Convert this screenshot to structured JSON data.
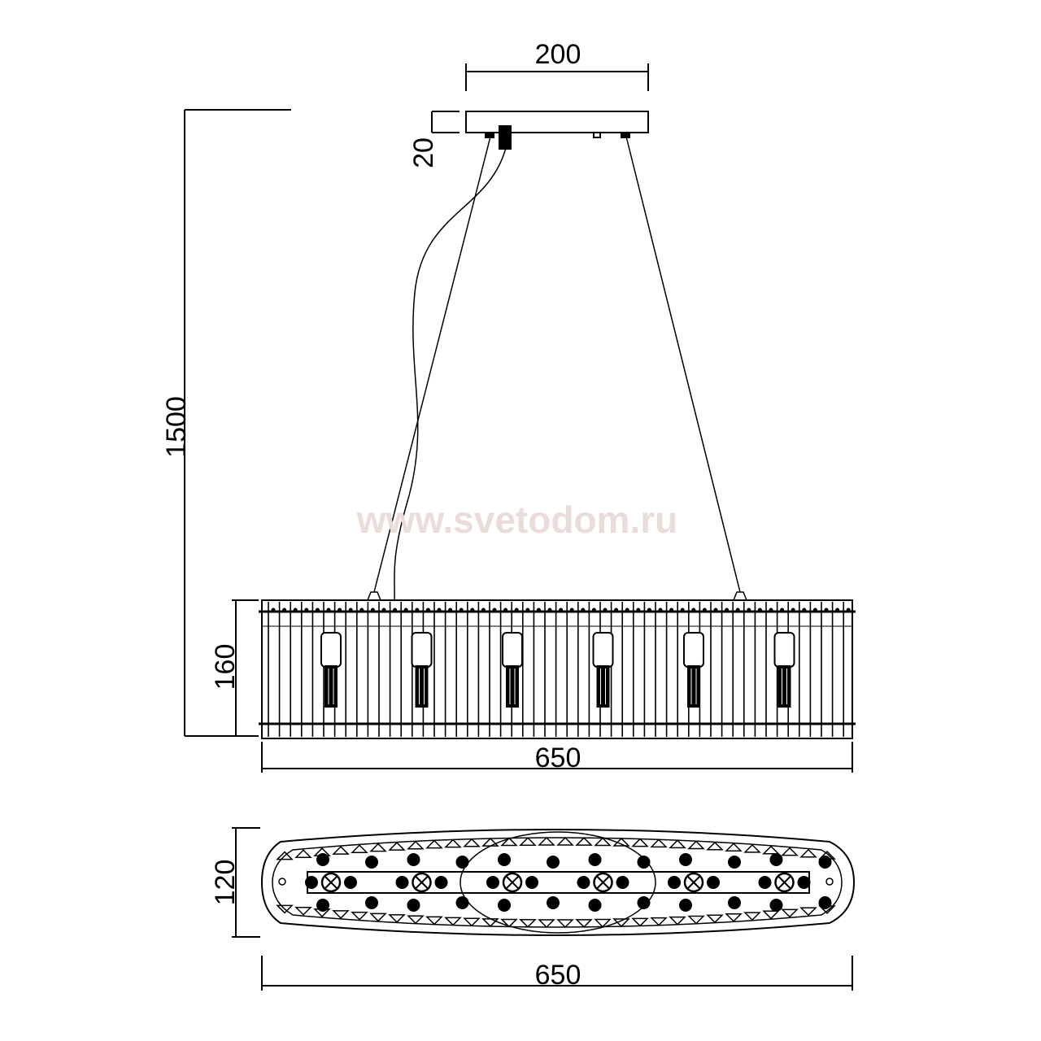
{
  "dimensions": {
    "plate_width": "200",
    "plate_height": "20",
    "total_height": "1500",
    "body_height": "160",
    "body_width": "650",
    "bottom_depth": "120",
    "bottom_width": "650"
  },
  "watermark": "www.svetodom.ru",
  "lamp_count": 6,
  "colors": {
    "line": "#000000",
    "watermark": "#eadcd8"
  }
}
